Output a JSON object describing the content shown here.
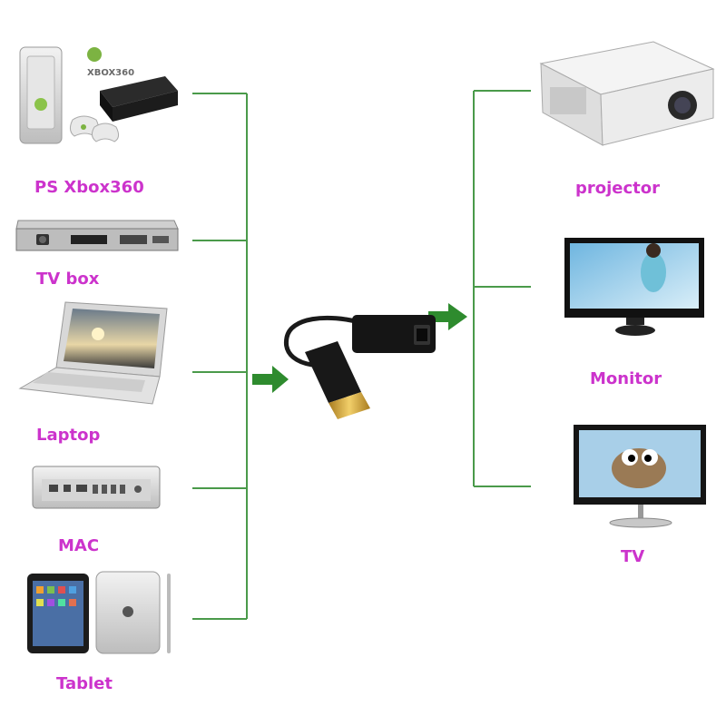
{
  "colors": {
    "label": "#cc33cc",
    "connector": "#4a9a4a",
    "arrow": "#2e8b2e"
  },
  "sources": [
    {
      "label": "PS Xbox360",
      "logo_text": "XBOX360"
    },
    {
      "label": "TV box"
    },
    {
      "label": "Laptop"
    },
    {
      "label": "MAC"
    },
    {
      "label": "Tablet"
    }
  ],
  "outputs": [
    {
      "label": "projector"
    },
    {
      "label": "Monitor"
    },
    {
      "label": "TV"
    }
  ]
}
